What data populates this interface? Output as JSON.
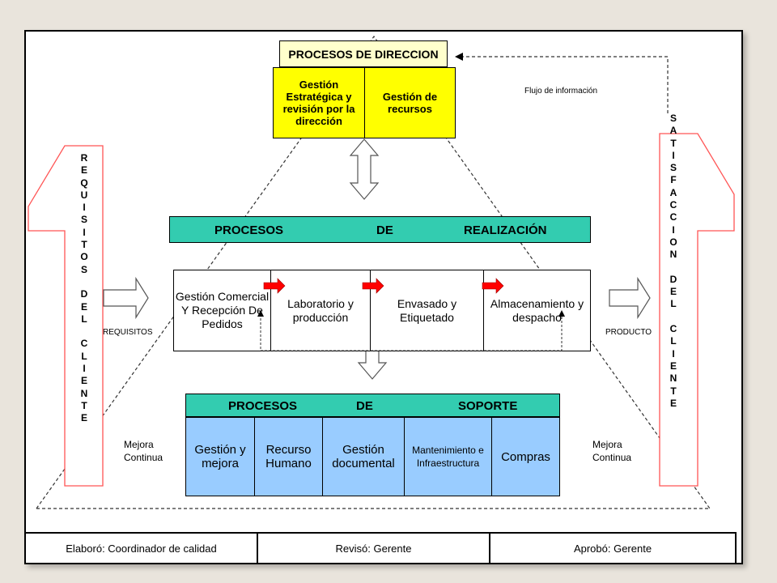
{
  "direccion": {
    "title": "PROCESOS DE DIRECCION",
    "box1": "Gestión Estratégica y revisión por la dirección",
    "box2": "Gestión de recursos"
  },
  "flujo_label": "Flujo de información",
  "realizacion": {
    "title_words": [
      "PROCESOS",
      "DE",
      "REALIZACIÓN"
    ],
    "boxes": [
      "Gestión Comercial Y Recepción De Pedidos",
      "Laboratorio  y producción",
      "Envasado y Etiquetado",
      "Almacenamiento y despacho"
    ]
  },
  "soporte": {
    "title_words": [
      "PROCESOS",
      "DE",
      "SOPORTE"
    ],
    "boxes": [
      "Gestión y mejora",
      "Recurso Humano",
      "Gestión documental",
      "Mantenimiento e Infraestructura",
      "Compras"
    ]
  },
  "requisitos_label": "REQUISITOS",
  "producto_label": "PRODUCTO",
  "mejora_left": "Mejora Continua",
  "mejora_right": "Mejora Continua",
  "left_vertical": [
    "R",
    "E",
    "Q",
    "U",
    "I",
    "S",
    "I",
    "T",
    "O",
    "S",
    "",
    "D",
    "E",
    "L",
    "",
    "C",
    "L",
    "I",
    "E",
    "N",
    "T",
    "E"
  ],
  "right_vertical": [
    "S",
    "A",
    "T",
    "I",
    "S",
    "F",
    "A",
    "C",
    "C",
    "I",
    "O",
    "N",
    "",
    "D",
    "E",
    "L",
    "",
    "C",
    "L",
    "I",
    "E",
    "N",
    "T",
    "E"
  ],
  "footer": {
    "elaboro": "Elaboró:  Coordinador de calidad",
    "reviso": "Revisó: Gerente",
    "aprobo": "Aprobó: Gerente"
  },
  "colors": {
    "direccion": "#ffff00",
    "direccion_title": "#ffffcc",
    "band": "#33ccb0",
    "soporte": "#99ccff",
    "red_arrow": "#ff0000",
    "outline_red": "#ff5555"
  }
}
